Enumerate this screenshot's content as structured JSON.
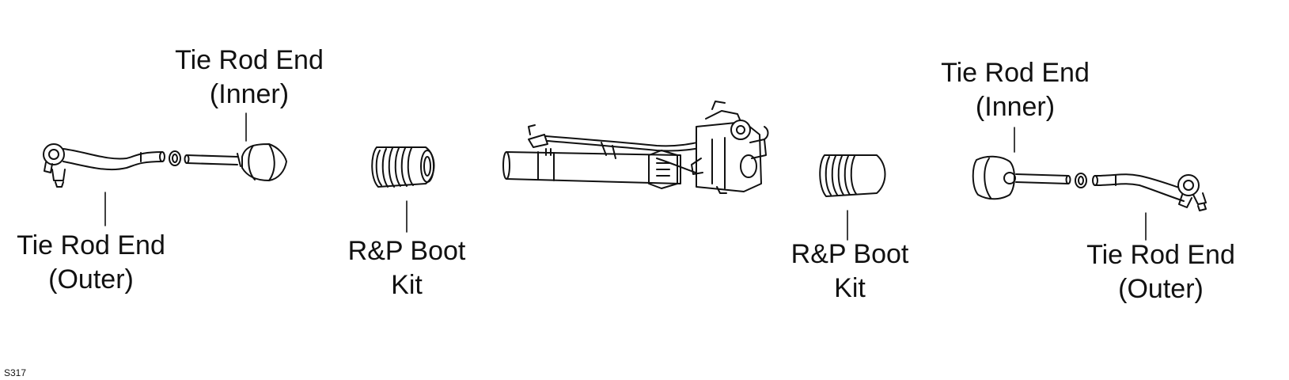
{
  "labels": {
    "left_inner": {
      "line1": "Tie Rod End",
      "line2": "(Inner)"
    },
    "left_outer": {
      "line1": "Tie Rod End",
      "line2": "(Outer)"
    },
    "left_boot": {
      "line1": "R&P Boot",
      "line2": "Kit"
    },
    "right_inner": {
      "line1": "Tie Rod End",
      "line2": "(Inner)"
    },
    "right_boot": {
      "line1": "R&P Boot",
      "line2": "Kit"
    },
    "right_outer": {
      "line1": "Tie Rod End",
      "line2": "(Outer)"
    }
  },
  "figure_code": "S317",
  "colors": {
    "line": "#111111",
    "background": "#ffffff"
  }
}
